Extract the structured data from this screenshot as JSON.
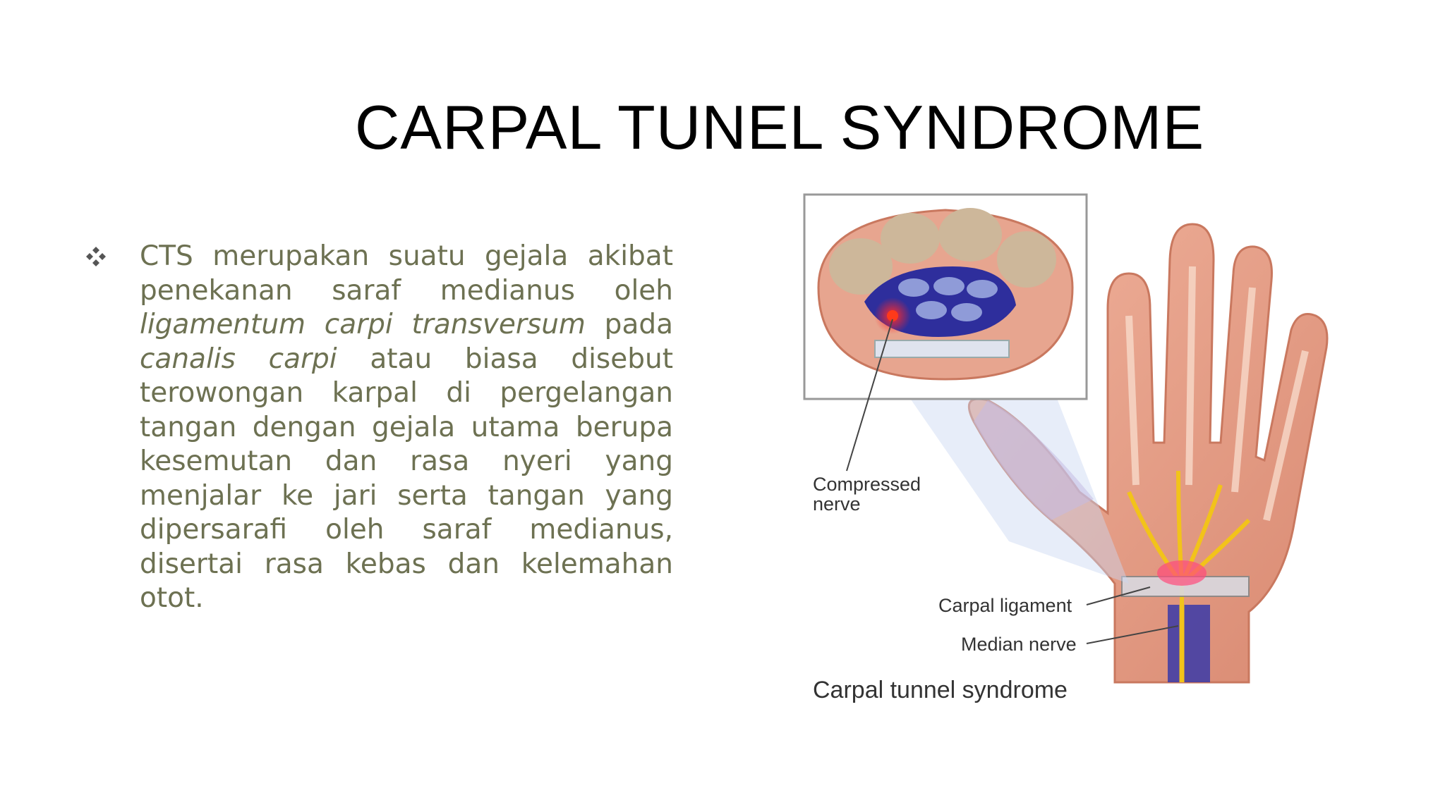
{
  "slide": {
    "title": "CARPAL TUNEL SYNDROME",
    "bullet_icon": "diamond-bullet-icon",
    "paragraph": {
      "t1": "CTS merupakan suatu gejala akibat penekanan saraf medianus oleh ",
      "i1": "ligamentum carpi transversum",
      "t2": " pada ",
      "i2": "canalis carpi",
      "t3": " atau biasa disebut terowongan karpal di pergelangan tangan dengan gejala utama berupa kesemutan dan rasa nyeri yang menjalar ke jari serta tangan yang dipersarafi oleh saraf medianus, disertai rasa kebas dan kelemahan otot."
    }
  },
  "illustration": {
    "label_compressed_1": "Compressed",
    "label_compressed_2": "nerve",
    "label_ligament": "Carpal ligament",
    "label_median": "Median nerve",
    "caption": "Carpal tunnel syndrome"
  },
  "colors": {
    "text": "#6d7152",
    "title": "#000000",
    "skin": "#e8a08a",
    "nerve": "#f2c31a",
    "highlight": "#3a3aa8"
  }
}
